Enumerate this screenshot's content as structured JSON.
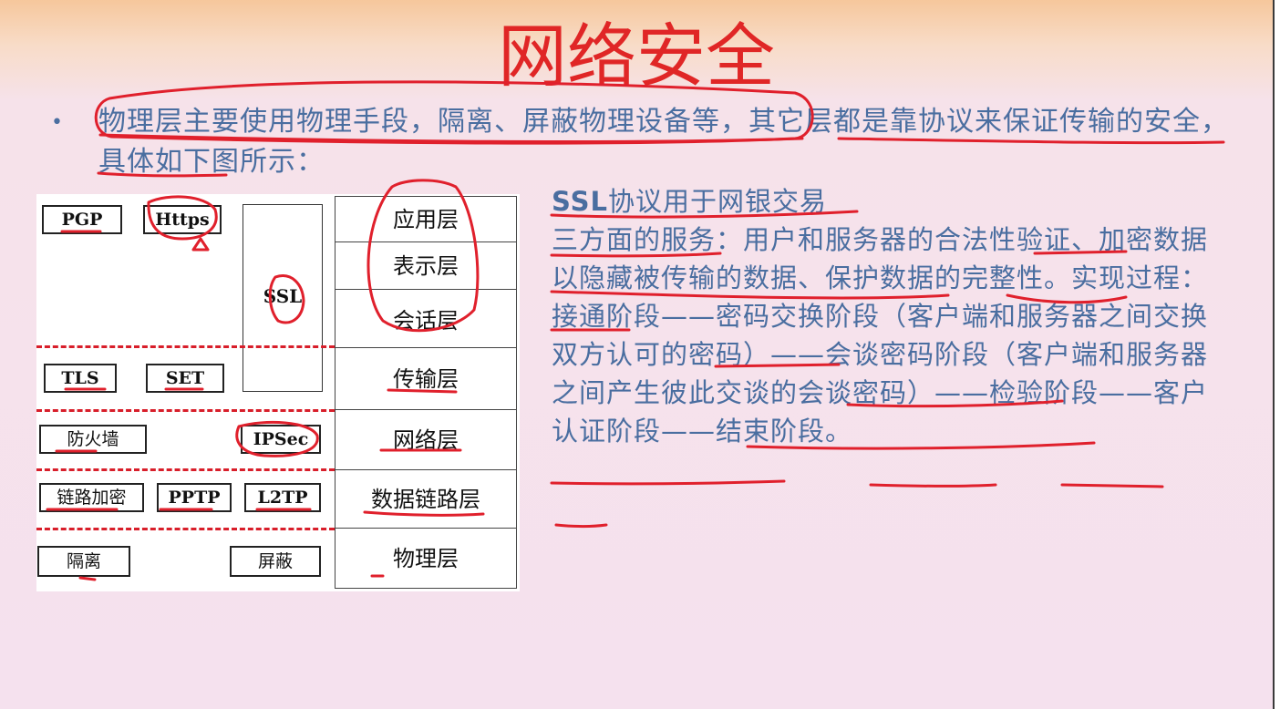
{
  "slide": {
    "title": "网络安全",
    "bullet": "•",
    "intro": "物理层主要使用物理手段，隔离、屏蔽物理设备等，其它层都是靠协议来保证传输的安全，具体如下图所示：",
    "colors": {
      "title": "#e02626",
      "body_text": "#4a6ea0",
      "ink": "#e0202c",
      "dash": "#d81e2a"
    }
  },
  "diagram": {
    "layers": [
      "应用层",
      "表示层",
      "会话层",
      "传输层",
      "网络层",
      "数据链路层",
      "物理层"
    ],
    "ssl_label": "SSL",
    "protocols": {
      "pgp": "PGP",
      "https": "Https",
      "tls": "TLS",
      "set": "SET",
      "firewall": "防火墙",
      "ipsec": "IPSec",
      "link_encryption": "链路加密",
      "pptp": "PPTP",
      "l2tp": "L2TP",
      "isolation": "隔离",
      "shielding": "屏蔽"
    }
  },
  "explanation": {
    "heading_bold": "SSL",
    "heading_rest": "协议用于网银交易",
    "body": "三方面的服务：用户和服务器的合法性验证、加密数据以隐藏被传输的数据、保护数据的完整性。实现过程：接通阶段——密码交换阶段（客户端和服务器之间交换双方认可的密码）——会谈密码阶段（客户端和服务器之间产生彼此交谈的会谈密码）——检验阶段——客户认证阶段——结束阶段。"
  }
}
